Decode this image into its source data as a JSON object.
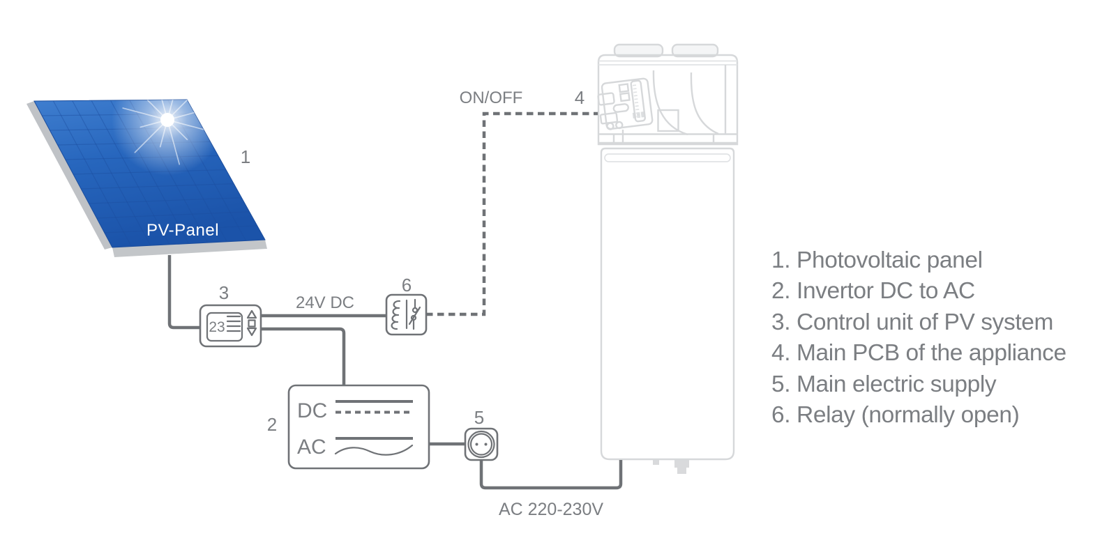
{
  "labels": {
    "pv_panel": "PV-Panel",
    "voltage_dc": "24V DC",
    "relay_signal": "ON/OFF",
    "mains": "AC 220-230V",
    "inverter_dc_row": "DC",
    "inverter_ac_row": "AC",
    "controller_display": "23"
  },
  "callouts": {
    "panel": "1",
    "inverter": "2",
    "controller": "3",
    "main_pcb": "4",
    "mains_socket": "5",
    "relay": "6"
  },
  "legend": {
    "items": [
      "1. Photovoltaic panel",
      "2. Invertor DC to AC",
      "3. Control unit of PV system",
      "4. Main PCB of the appliance",
      "5. Main electric supply",
      "6. Relay (normally open)"
    ]
  },
  "colors": {
    "line": "#6f7276",
    "text": "#7b7e82",
    "panel_blue": "#2b69bf",
    "panel_blue_dark": "#1b53a9",
    "panel_grid": "#1d4f9f",
    "panel_frame": "#c0c3c6",
    "appliance_outline": "#d6d8da",
    "background": "#ffffff"
  }
}
